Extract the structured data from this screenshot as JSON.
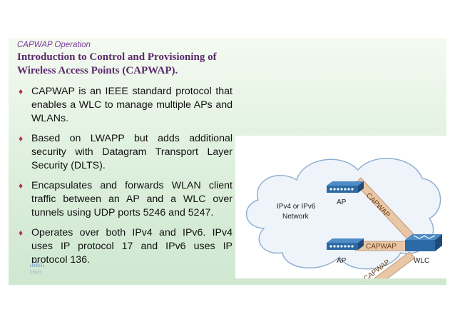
{
  "slide": {
    "subtitle": "CAPWAP Operation",
    "title_line1": "Introduction to Control and Provisioning of",
    "title_line2": "Wireless Access Points (CAPWAP).",
    "bullets": [
      "CAPWAP is an IEEE standard protocol that enables a WLC to manage multiple APs and WLANs.",
      "Based on LWAPP but adds additional security with Datagram Transport Layer Security (DLTS).",
      "Encapsulates and forwards WLAN client traffic between an AP and a WLC over tunnels using UDP ports 5246 and 5247.",
      "Operates over both IPv4 and IPv6. IPv4 uses IP protocol 17 and IPv6 uses IP protocol 136."
    ],
    "bullet_marker": "♦",
    "logo_text": "cisco"
  },
  "diagram": {
    "network_label_line1": "IPv4 or IPv6",
    "network_label_line2": "Network",
    "ap_label": "AP",
    "wlc_label": "WLC",
    "tunnel_label": "CAPWAP",
    "colors": {
      "cloud_fill": "#eef4fa",
      "cloud_stroke": "#8fb0d2",
      "tunnel": "#e9c7a6",
      "tunnel_edge": "#b88a65",
      "device_blue": "#2c6aa5",
      "device_dark": "#1e4c7a",
      "bullet": "#b03060",
      "title": "#5b2a6e",
      "subtitle": "#7a3aa0"
    }
  }
}
